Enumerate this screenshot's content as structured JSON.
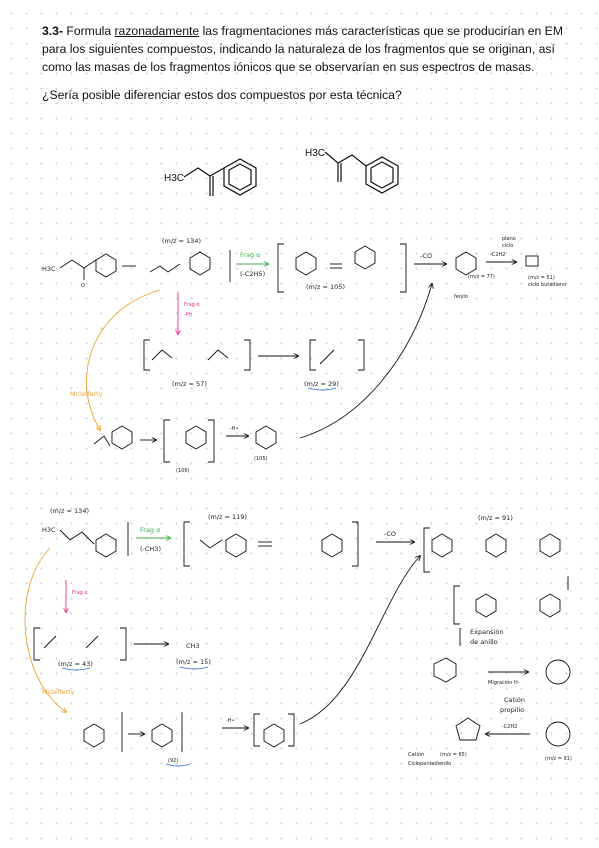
{
  "statement": {
    "number": "3.3-",
    "before": " Formula ",
    "underlined": "razonadamente",
    "after": " las fragmentaciones más características que se producirían en EM para los siguientes compuestos, indicando la naturaleza de los fragmentos que se originan, así como las masas de los fragmentos iónicos que se observarían en sus espectros de masas."
  },
  "question": "¿Sería posible diferenciar estos dos compuestos por esta técnica?",
  "compounds": {
    "label_a": "H3C",
    "label_b": "H3C"
  },
  "colors": {
    "pink": "#e8338b",
    "green": "#3fae49",
    "orange": "#f0a030",
    "blue": "#2f6fd6",
    "red": "#d62b2b"
  },
  "section1": {
    "h3c": "H3C",
    "o": "O",
    "mz_parent": "(m/z = 134)",
    "frag_alpha_green": "Frag α",
    "loss_c2h5": "(-C2H5)",
    "mz_105": "(m/z = 105)",
    "minus_co": "-CO",
    "mz_77": "(m/z = 77)",
    "minus_c2h2": "-C2H2",
    "mz_51": "(m/z = 51)",
    "note_plane": "plano",
    "note_ciclo": "ciclo",
    "note_fenilo": "fenilo",
    "note_ciclobutadieno": "ciclo butadieno",
    "frag_alpha_pink": "Frag α",
    "loss_ph": "-Ph",
    "mz_57": "(m/z = 57)",
    "mz_29": "(m/z = 29)",
    "mclafferty": "Mclafferty",
    "mz_106": "(106)",
    "mz_105b": "(105)",
    "minus_h": "-H•"
  },
  "section2": {
    "mz_parent": "(m/z = 134)",
    "h3c": "H3C",
    "frag_alpha_green": "Frag α",
    "loss_ch3": "(-CH3)",
    "mz_119": "(m/z = 119)",
    "minus_co": "-CO",
    "mz_91": "(m/z = 91)",
    "frag_alpha_pink": "Frag α",
    "mz_43": "(m/z = 43)",
    "ch3": "CH3",
    "mz_15": "(m/z = 15)",
    "expansion": "Expansión",
    "de_anillo": "de anillo",
    "migracion": "Migración H-",
    "cation": "Catión",
    "propilio": "propilio",
    "minus_c2h2": "-C2H2",
    "cation_cp": "Catión",
    "mz_65": "(m/z = 65)",
    "ciclopentadienilo": "Ciclopentadienilo",
    "mz_91b": "(m/z = 91)",
    "mclafferty": "Mclafferty",
    "mz_92": "(92)",
    "minus_h": "-H•"
  }
}
